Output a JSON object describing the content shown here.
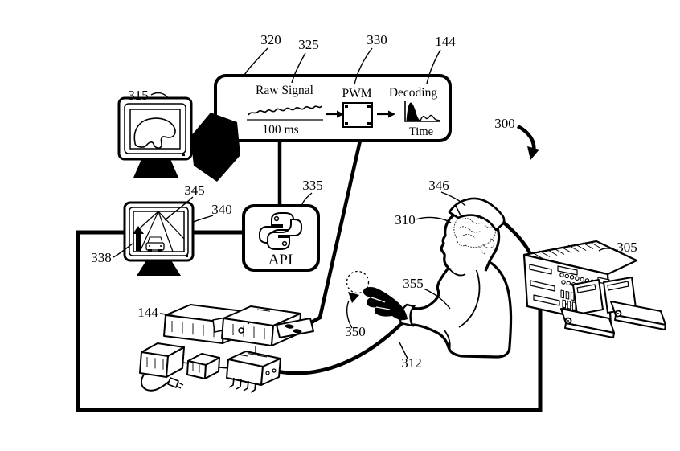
{
  "figure": {
    "kind": "patent-system-diagram",
    "colors": {
      "ink": "#000000",
      "paper": "#ffffff"
    },
    "labels": {
      "n320": "320",
      "n325": "325",
      "n330": "330",
      "n144_top": "144",
      "n315": "315",
      "n345": "345",
      "n340": "340",
      "n338": "338",
      "n335": "335",
      "n346": "346",
      "n310": "310",
      "n300": "300",
      "n305": "305",
      "n355": "355",
      "n350": "350",
      "n312": "312",
      "n144_bottom": "144"
    },
    "pipeline": {
      "raw_signal": "Raw Signal",
      "timescale": "100 ms",
      "pwm": "PWM",
      "decoding": "Decoding",
      "time_axis": "Time"
    },
    "api": {
      "label": "API"
    }
  }
}
